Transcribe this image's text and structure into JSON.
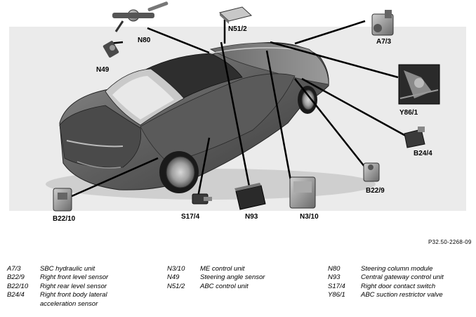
{
  "diagram": {
    "reference": "P32.50-2268-09",
    "callouts": [
      {
        "id": "N80",
        "text": "N80"
      },
      {
        "id": "N49",
        "text": "N49"
      },
      {
        "id": "N51_2",
        "text": "N51/2"
      },
      {
        "id": "A7_3",
        "text": "A7/3"
      },
      {
        "id": "Y86_1",
        "text": "Y86/1"
      },
      {
        "id": "B24_4",
        "text": "B24/4"
      },
      {
        "id": "B22_9",
        "text": "B22/9"
      },
      {
        "id": "N3_10",
        "text": "N3/10"
      },
      {
        "id": "N93",
        "text": "N93"
      },
      {
        "id": "S17_4",
        "text": "S17/4"
      },
      {
        "id": "B22_10",
        "text": "B22/10"
      }
    ]
  },
  "legend": {
    "col1": [
      {
        "code": "A7/3",
        "desc": "SBC hydraulic unit"
      },
      {
        "code": "B22/9",
        "desc": "Right front level sensor"
      },
      {
        "code": "B22/10",
        "desc": "Right rear level sensor"
      },
      {
        "code": "B24/4",
        "desc": "Right front body lateral"
      },
      {
        "code": "",
        "desc": "acceleration sensor"
      }
    ],
    "col2": [
      {
        "code": "N3/10",
        "desc": "ME control unit"
      },
      {
        "code": "N49",
        "desc": "Steering angle sensor"
      },
      {
        "code": "N51/2",
        "desc": "ABC control unit"
      }
    ],
    "col3": [
      {
        "code": "N80",
        "desc": "Steering column module"
      },
      {
        "code": "N93",
        "desc": "Central gateway control unit"
      },
      {
        "code": "S17/4",
        "desc": "Right door contact switch"
      },
      {
        "code": "Y86/1",
        "desc": "ABC suction restrictor valve"
      }
    ]
  }
}
